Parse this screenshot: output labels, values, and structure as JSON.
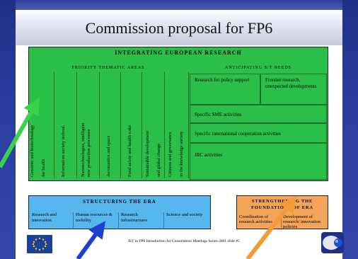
{
  "slide": {
    "title": "Commission proposal for FP6",
    "footer": "IST in FP6 Introduction for Consultation Meetings Series 2001 slide #5"
  },
  "ier": {
    "title": "INTEGRATING EUROPEAN RESEARCH",
    "priority_title": "PRIORITY THEMATIC AREAS",
    "anticipating_title": "ANTICIPATING S/T NEEDS",
    "priority_areas": [
      {
        "line1": "Genomic and biotechnology",
        "line2": "for health"
      },
      {
        "line1": "Information society technol.",
        "line2": ""
      },
      {
        "line1": "Nanotechnologies, intelligent",
        "line2": "new production processes"
      },
      {
        "line1": "Aeronautics and space",
        "line2": ""
      },
      {
        "line1": "Food safety and health risks",
        "line2": ""
      },
      {
        "line1": "Sustainable development",
        "line2": "and global change"
      },
      {
        "line1": "Citizens and governance",
        "line2": "in the knowledge society"
      }
    ],
    "anticipating": {
      "policy_support": "Research for policy support",
      "frontier": "Frontier research, unexpected developments",
      "sme": "Specific SME activities",
      "international": "Specific international cooperation activities",
      "jrc": "JRC activities"
    }
  },
  "structuring": {
    "title": "STRUCTURING THE ERA",
    "items": [
      "Research and innovation",
      "Human resources & mobility",
      "Research infrastructures",
      "Science and society"
    ]
  },
  "strengthening": {
    "title_line1": "STRENGTHENING THE",
    "title_line2": "FOUNDATIONS OF ERA",
    "items": [
      "Coordination of research activities",
      "Development of research/ innovation policies"
    ]
  },
  "logos": {
    "eu": "eu-flag-icon",
    "ist": "ist-logo-icon"
  },
  "colors": {
    "ier_green": "#2bbf4a",
    "structuring_blue": "#55b7ee",
    "strengthening_orange": "#f4a55a",
    "arrow_green": "#39d24a",
    "arrow_blue": "#1b3fd1",
    "arrow_orange": "#f39a3a"
  }
}
